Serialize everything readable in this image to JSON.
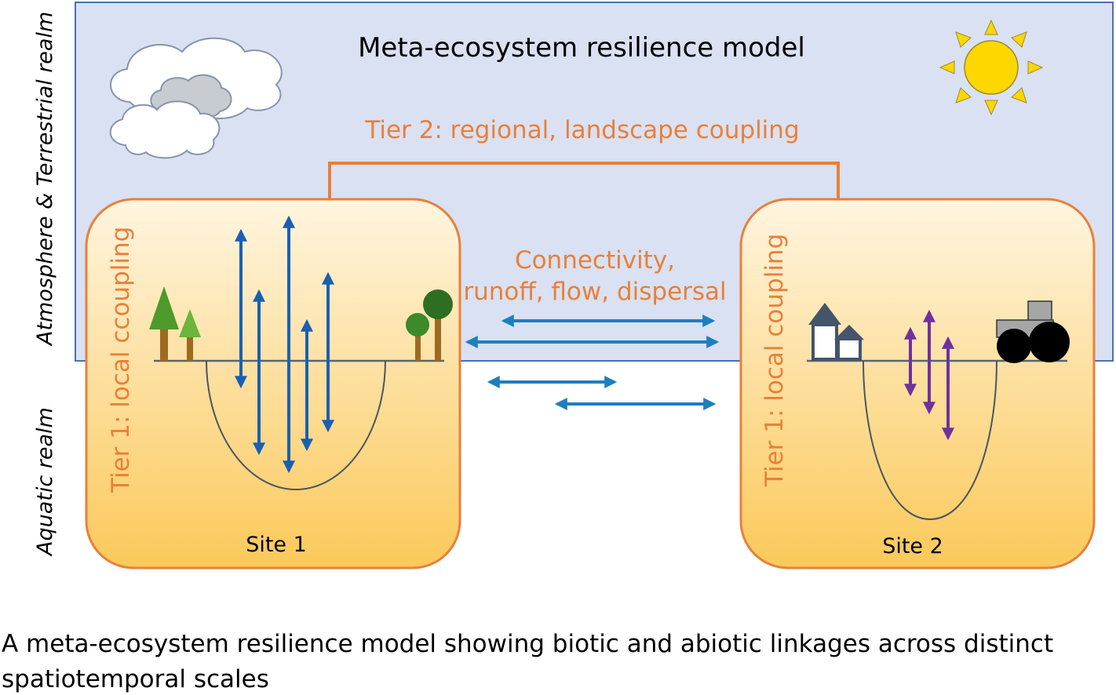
{
  "diagram": {
    "title": "Meta-ecosystem resilience model",
    "tier2_label": "Tier 2: regional, landscape coupling",
    "connectivity_label_line1": "Connectivity,",
    "connectivity_label_line2": "runoff, flow, dispersal",
    "realm_upper": "Atmosphere & Terrestrial realm",
    "realm_lower": "Aquatic realm",
    "site1": {
      "name": "Site 1",
      "tier1_label": "Tier 1: local ccoupling"
    },
    "site2": {
      "name": "Site 2",
      "tier1_label": "Tier 1: local coupling"
    },
    "caption_line1": "A meta-ecosystem resilience model showing biotic and abiotic linkages across distinct",
    "caption_line2": "spatiotemporal scales"
  },
  "colors": {
    "sky_fill": "#D9E1F2",
    "sky_border": "#4A6FB5",
    "site_gradient_top": "#FFF5E0",
    "site_gradient_bottom": "#FBC95A",
    "orange": "#E8803A",
    "blue_arrow": "#1B5FB3",
    "teal_arrow": "#1D7FBF",
    "purple_arrow": "#7030A0",
    "sun": "#FFD700",
    "sun_outline": "#9C8A30"
  },
  "icons": [
    "cloud-icon",
    "sun-icon",
    "conifer-tree-icon",
    "deciduous-tree-icon",
    "house-icon",
    "tractor-icon"
  ]
}
